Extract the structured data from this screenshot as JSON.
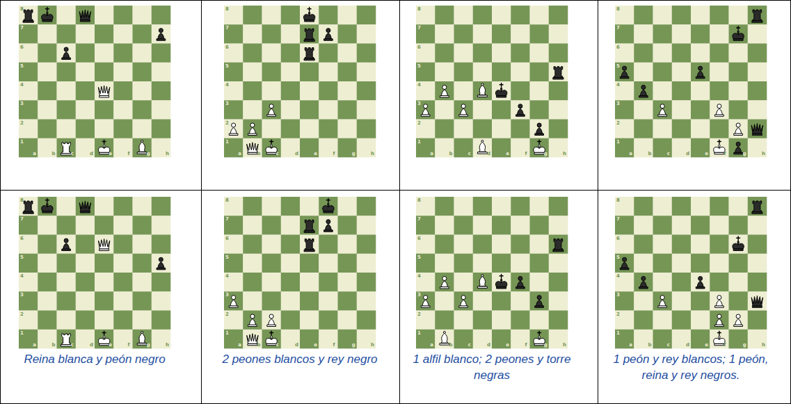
{
  "diagram": {
    "labels": [
      "8",
      "7",
      "6",
      "5",
      "4",
      "3",
      "2",
      "1",
      "a",
      "b",
      "c",
      "d",
      "e",
      "f",
      "g",
      "h",
      "8",
      "7",
      "6",
      "5",
      "4",
      "3",
      "2",
      "1",
      "a",
      "b",
      "c",
      "d",
      "e",
      "f",
      "g",
      "h",
      "8",
      "7",
      "6",
      "5",
      "4",
      "3",
      "2",
      "1",
      "a",
      "b",
      "c",
      "d",
      "e",
      "f",
      "g",
      "h",
      "8",
      "7",
      "6",
      "5",
      "4",
      "3",
      "2",
      "1",
      "a",
      "b",
      "c",
      "d",
      "e",
      "f",
      "g",
      "h",
      "8",
      "7",
      "6",
      "5",
      "4",
      "3",
      "2",
      "1",
      "a",
      "b",
      "c",
      "d",
      "e",
      "f",
      "g",
      "h",
      "8",
      "7",
      "6",
      "5",
      "4",
      "3",
      "2",
      "1",
      "a",
      "b",
      "c",
      "d",
      "e",
      "f",
      "g",
      "h",
      "8",
      "7",
      "6",
      "5",
      "4",
      "3",
      "2",
      "1",
      "a",
      "b",
      "c",
      "d",
      "e",
      "f",
      "g",
      "h",
      "8",
      "7",
      "6",
      "5",
      "4",
      "3",
      "2",
      "1",
      "a",
      "b",
      "c",
      "d",
      "e",
      "f",
      "g",
      "h",
      "Reina blanca y peón negro",
      "2 peones blancos y rey negro",
      "1 alfil blanco; 2 peones y torre negras",
      "1 peón y rey blancos; 1 peón, reina y rey negros."
    ]
  }
}
